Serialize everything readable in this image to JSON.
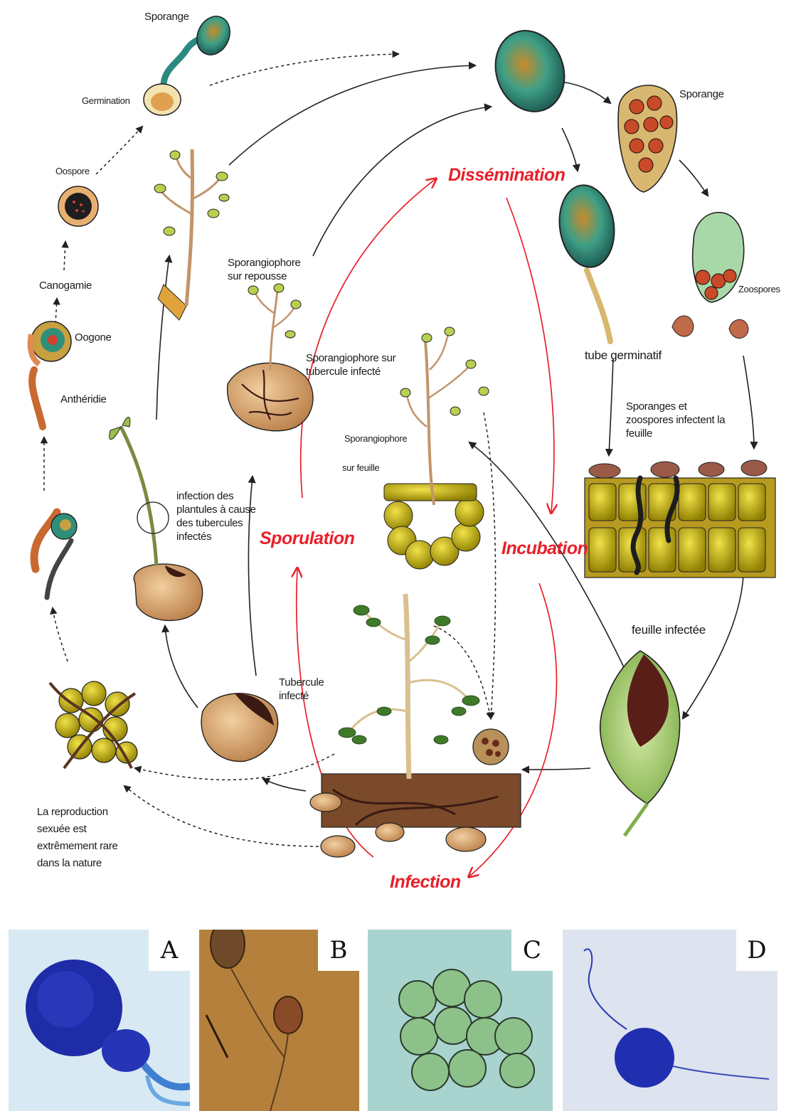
{
  "labels": {
    "sporange_top": "Sporange",
    "germination": "Germination",
    "oospore": "Oospore",
    "canogamie": "Canogamie",
    "oogone": "Oogone",
    "antheridie": "Anthéridie",
    "sporangiophore_repousse": "Sporangiophore\nsur repousse",
    "sporangiophore_tubercule": "Sporangiophore sur\ntubercule infecté",
    "sporange_right": "Sporange",
    "zoospores": "Zoospores",
    "tube_germinatif": "tube germinatif",
    "sporanges_zoospores": "Sporanges et\nzoospores infectent la\nfeuille",
    "sporangiophore_feuille_1": "Sporangiophore",
    "sporangiophore_feuille_2": "sur feuille",
    "infection_plantules": "infection des\nplantules à cause\ndes tubercules\ninfectés",
    "feuille_infectee": "feuille infectée",
    "tubercule_infecte": "Tubercule\ninfecté",
    "reproduction_sexuee": "La reproduction\nsexuée est\nextrêmement rare\ndans la nature"
  },
  "stages": {
    "dissemination": "Dissémination",
    "sporulation": "Sporulation",
    "incubation": "Incubation",
    "infection": "Infection"
  },
  "photos": [
    {
      "tag": "A",
      "background": "#d9e9f3"
    },
    {
      "tag": "B",
      "background": "#b4803b"
    },
    {
      "tag": "C",
      "background": "#a9d3cf"
    },
    {
      "tag": "D",
      "background": "#dde3ef"
    }
  ],
  "colors": {
    "stage_red": "#e8202a",
    "arrow": "#222222",
    "tuber": "#d9a06a",
    "lesion": "#3b1a12",
    "sporangium": "#2f8f7a",
    "cell": "#c9b400",
    "stain_blue": "#1f2fb0"
  }
}
